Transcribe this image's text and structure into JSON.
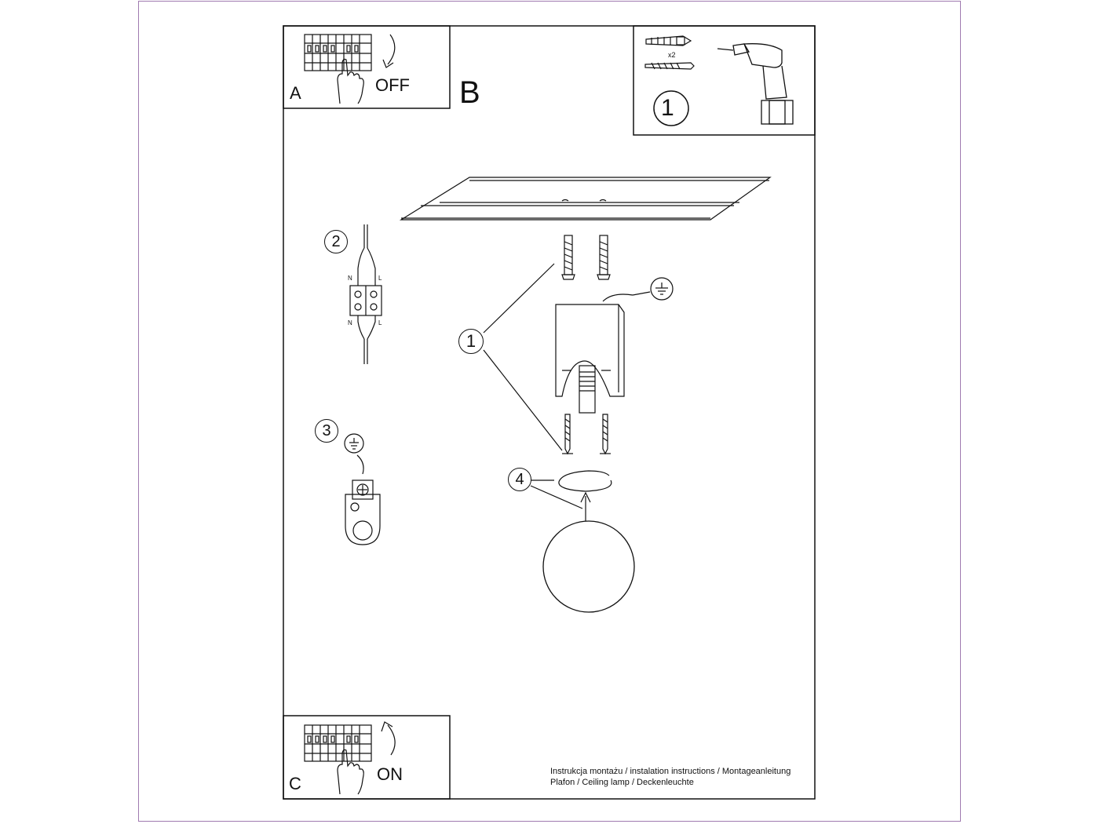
{
  "panels": {
    "a": {
      "letter": "A",
      "action": "OFF"
    },
    "b": {
      "letter": "B"
    },
    "c": {
      "letter": "C",
      "action": "ON"
    }
  },
  "tools": {
    "step_number": "1",
    "anchor_quantity": "x2"
  },
  "steps": [
    "1",
    "2",
    "3",
    "4"
  ],
  "terminal_labels": {
    "neutral": "N",
    "live": "L"
  },
  "caption": {
    "line1": "Instrukcja montażu / instalation instructions / Montageanleitung",
    "line2": "Plafon / Ceiling lamp / Deckenleuchte"
  },
  "colors": {
    "line": "#111111",
    "page_border": "#a07ab0",
    "background": "#ffffff"
  },
  "icons": [
    "breaker-panel-icon",
    "hand-icon",
    "curved-arrow-icon",
    "wall-anchor-icon",
    "screw-icon",
    "drill-icon",
    "ground-icon",
    "terminal-block-icon",
    "ceiling-plate-icon",
    "lamp-base-icon",
    "glass-globe-icon",
    "retaining-ring-icon"
  ]
}
